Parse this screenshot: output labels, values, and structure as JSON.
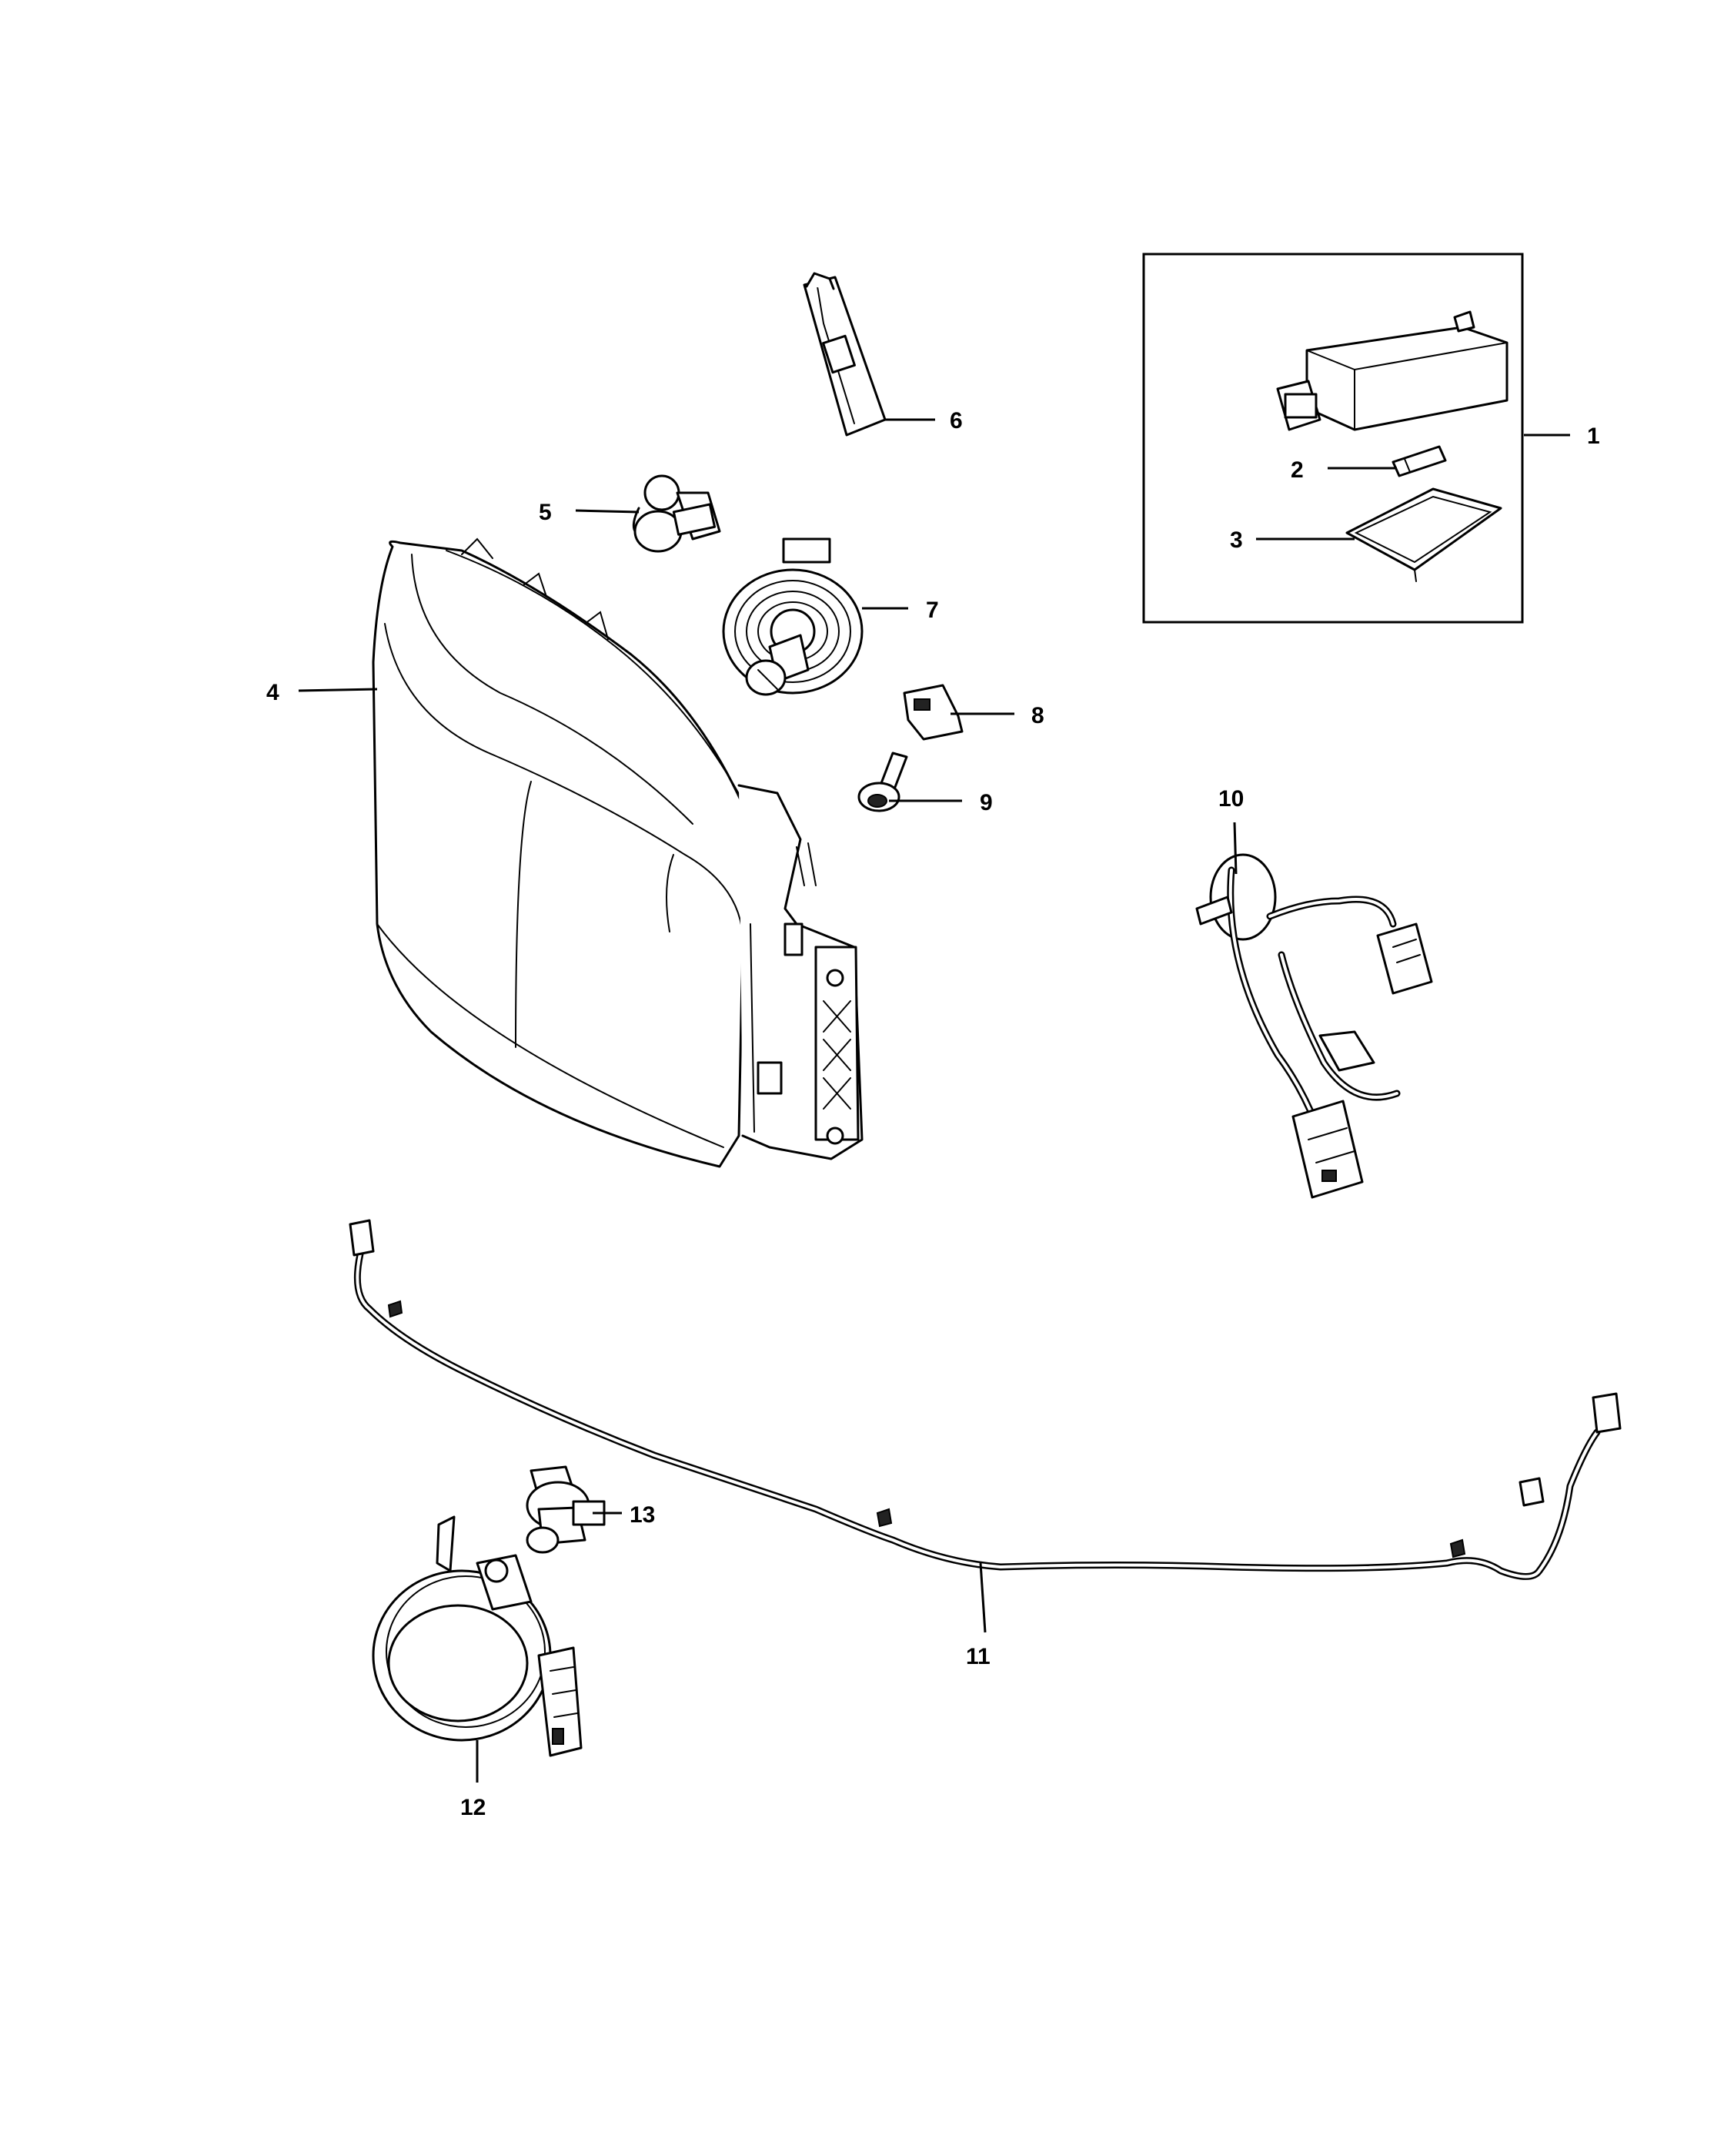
{
  "callouts": [
    {
      "id": "1",
      "part": "module"
    },
    {
      "id": "2",
      "part": "fuse"
    },
    {
      "id": "3",
      "part": "tray"
    },
    {
      "id": "4",
      "part": "headlamp"
    },
    {
      "id": "5",
      "part": "bulb-socket"
    },
    {
      "id": "6",
      "part": "clip"
    },
    {
      "id": "7",
      "part": "bulb-grommet"
    },
    {
      "id": "8",
      "part": "nut"
    },
    {
      "id": "9",
      "part": "bolt"
    },
    {
      "id": "10",
      "part": "headlamp-harness"
    },
    {
      "id": "11",
      "part": "fog-lamp-harness"
    },
    {
      "id": "12",
      "part": "fog-lamp"
    },
    {
      "id": "13",
      "part": "fog-bulb"
    }
  ]
}
